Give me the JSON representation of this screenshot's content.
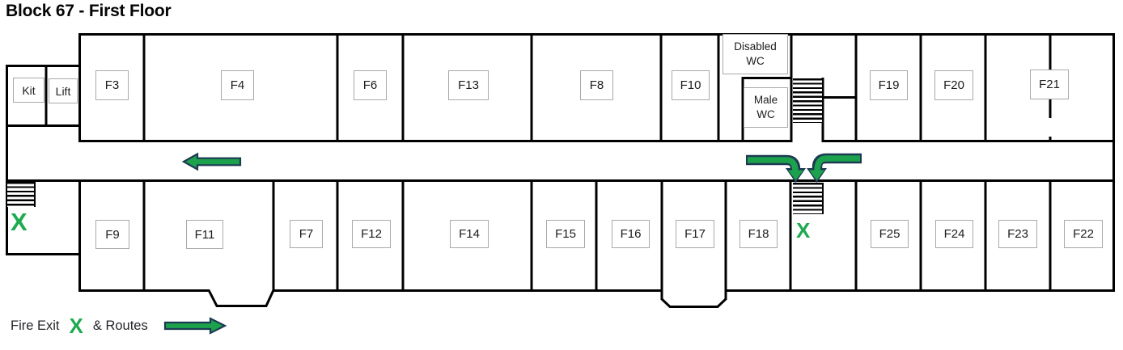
{
  "title": "Block 67 - First Floor",
  "rooms": {
    "top": [
      "F3",
      "F4",
      "F6",
      "F13",
      "F8",
      "F10",
      "F19",
      "F20",
      "F21"
    ],
    "bottom": [
      "F9",
      "F11",
      "F7",
      "F12",
      "F14",
      "F15",
      "F16",
      "F17",
      "F18",
      "F25",
      "F24",
      "F23",
      "F22"
    ]
  },
  "facilities": {
    "kit": "Kit",
    "lift": "Lift",
    "disabled_wc": [
      "Disabled",
      "WC"
    ],
    "male_wc": [
      "Male",
      "WC"
    ]
  },
  "exits": {
    "west": "X",
    "central": "X"
  },
  "legend": {
    "fire_exit": "Fire Exit",
    "symbol": "X",
    "routes": "& Routes"
  },
  "colors": {
    "wall": "#000000",
    "route_green": "#1CA24C",
    "route_outline": "#1C3A52",
    "exit_green": "#1FAA50",
    "label_border": "#A9A9A9"
  }
}
